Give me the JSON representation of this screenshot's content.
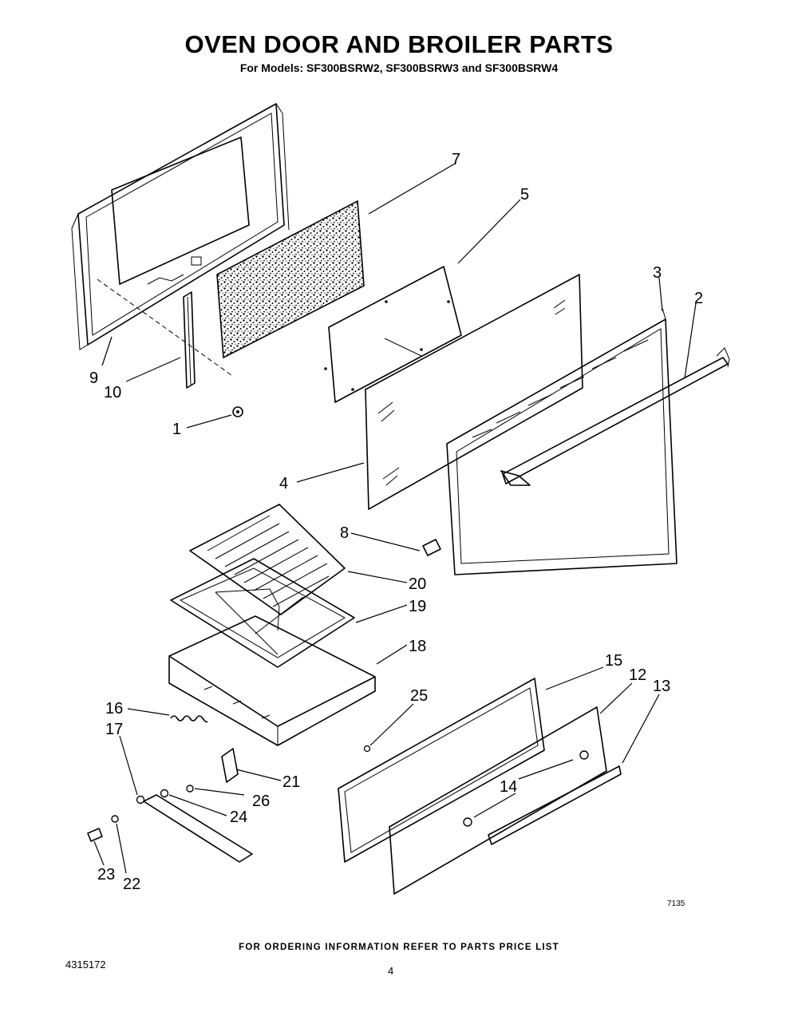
{
  "header": {
    "title": "OVEN DOOR AND BROILER PARTS",
    "subtitle": "For Models: SF300BSRW2, SF300BSRW3 and SF300BSRW4"
  },
  "callouts": {
    "c1": "1",
    "c2": "2",
    "c3": "3",
    "c4": "4",
    "c5": "5",
    "c7": "7",
    "c8": "8",
    "c9": "9",
    "c10": "10",
    "c12": "12",
    "c13": "13",
    "c14": "14",
    "c15": "15",
    "c16": "16",
    "c17": "17",
    "c18": "18",
    "c19": "19",
    "c20": "20",
    "c21": "21",
    "c22": "22",
    "c23": "23",
    "c24": "24",
    "c25": "25",
    "c26": "26"
  },
  "figure_code": "7135",
  "footer": {
    "ordering_note": "FOR ORDERING INFORMATION REFER TO PARTS PRICE LIST",
    "doc_number": "4315172",
    "page_number": "4"
  }
}
